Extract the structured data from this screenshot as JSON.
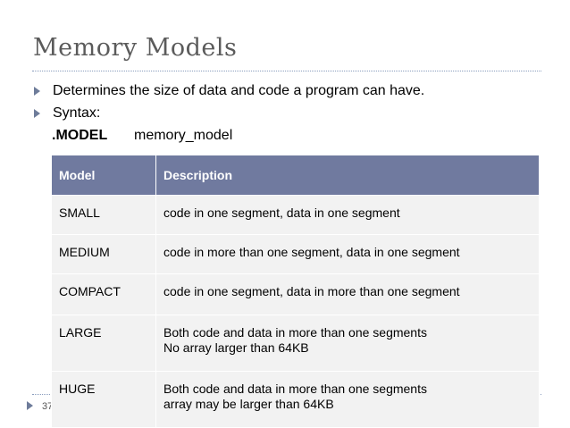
{
  "slide": {
    "title": "Memory Models",
    "bullets": [
      "Determines the size of data and code a program can have.",
      "Syntax:"
    ],
    "syntax": {
      "keyword": ".MODEL",
      "argument": "memory_model"
    },
    "page_number": "37"
  },
  "table": {
    "headers": [
      "Model",
      "Description"
    ],
    "rows": [
      {
        "model": "SMALL",
        "description": [
          "code in one segment, data in one segment"
        ]
      },
      {
        "model": "MEDIUM",
        "description": [
          "code in more than one segment, data in one segment"
        ]
      },
      {
        "model": "COMPACT",
        "description": [
          "code in one segment, data in more than one segment"
        ]
      },
      {
        "model": "LARGE",
        "description": [
          "Both code and data in more than one segments",
          "No array larger than 64KB"
        ]
      },
      {
        "model": "HUGE",
        "description": [
          "Both code and data in more than one segments",
          "array may be larger than 64KB"
        ]
      }
    ]
  },
  "colors": {
    "header_bg": "#707a9f",
    "cell_bg": "#f2f2f2",
    "bullet": "#6e7c9a",
    "title": "#5b5b5b"
  }
}
